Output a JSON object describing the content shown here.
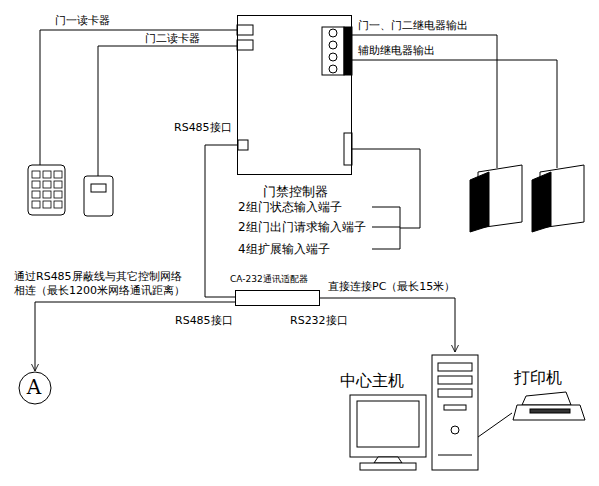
{
  "diagram": {
    "nodes": [
      {
        "text": [
          "门禁控制器"
        ]
      },
      {
        "text": [
          "CA-232通讯适配器"
        ]
      },
      {
        "text": [
          "A"
        ]
      },
      {
        "text": [
          "中心主机"
        ]
      },
      {
        "text": [
          "打印机"
        ]
      }
    ],
    "edges": [
      {
        "from": 0,
        "to": 1,
        "arrow": "none"
      },
      {
        "from": 1,
        "to": 2,
        "arrow": "to"
      },
      {
        "from": 1,
        "to": 3,
        "arrow": "to"
      },
      {
        "from": 3,
        "to": 4,
        "arrow": "none"
      }
    ],
    "labels": [
      "门一读卡器",
      "门二读卡器",
      "门一、门二继电器输出",
      "辅助继电器输出",
      "RS485接口",
      "2组门状态输入端子",
      "2组门出门请求输入端子",
      "4组扩展输入端子",
      "通过RS485屏蔽线与其它控制网络 相连（最长1200米网络通讯距离）",
      "RS485接口",
      "RS232接口",
      "直接连接PC（最长15米）"
    ]
  }
}
